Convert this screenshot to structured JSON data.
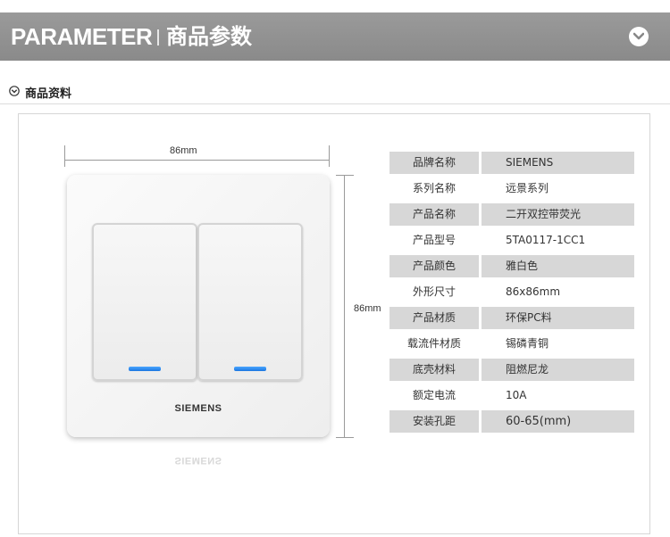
{
  "banner": {
    "title": "PARAMETER",
    "subtitle": "商品参数",
    "expand_icon": "chevron-down-icon"
  },
  "section": {
    "label": "商品资料",
    "icon": "chevron-down-circle-icon"
  },
  "product_image": {
    "width_label": "86mm",
    "height_label": "86mm",
    "brand_text": "SIEMENS",
    "reflection_text": "SIEMENS",
    "indicator_color": "#2b8cf0"
  },
  "specs": [
    {
      "key": "品牌名称",
      "value": "SIEMENS"
    },
    {
      "key": "系列名称",
      "value": "远景系列"
    },
    {
      "key": "产品名称",
      "value": "二开双控带荧光"
    },
    {
      "key": "产品型号",
      "value": "5TA0117-1CC1"
    },
    {
      "key": "产品颜色",
      "value": "雅白色"
    },
    {
      "key": "外形尺寸",
      "value": "86x86mm"
    },
    {
      "key": "产品材质",
      "value": "环保PC料"
    },
    {
      "key": "载流件材质",
      "value": "锡磷青铜"
    },
    {
      "key": "底壳材料",
      "value": "阻燃尼龙"
    },
    {
      "key": "额定电流",
      "value": "10A"
    },
    {
      "key": "安装孔距",
      "value": "60-65(mm)"
    }
  ],
  "colors": {
    "banner_bg": "#8f8f8f",
    "row_shade": "#d7d7d7",
    "text": "#333333"
  }
}
